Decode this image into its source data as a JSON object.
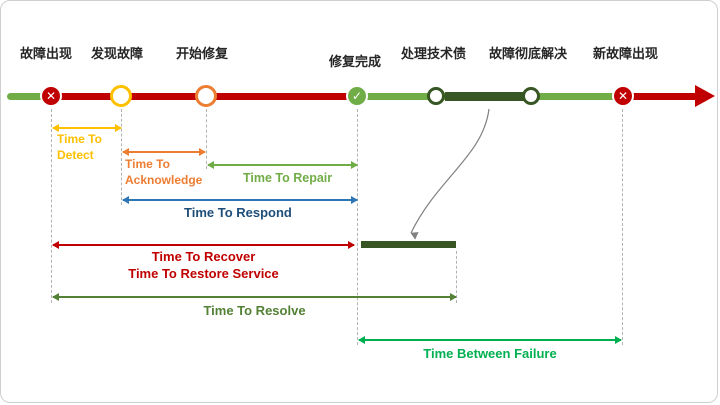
{
  "milestones": {
    "failure_occurs": "故障出现",
    "failure_detected": "发现故障",
    "repair_started": "开始修复",
    "repair_completed": "修复完成",
    "tech_debt_handling": "处理技术债",
    "failure_fully_resolved": "故障彻底解决",
    "new_failure_occurs": "新故障出现"
  },
  "metrics": {
    "time_to_detect": "Time To Detect",
    "time_to_acknowledge": "Time To Acknowledge",
    "time_to_repair": "Time To Repair",
    "time_to_respond": "Time To Respond",
    "time_to_recover": "Time To Recover",
    "time_to_restore_service": "Time To Restore Service",
    "time_to_resolve": "Time To Resolve",
    "time_between_failure": "Time Between Failure"
  },
  "icons": {
    "x": "✕",
    "check": "✓"
  },
  "colors": {
    "timeline_red": "#C00000",
    "timeline_green": "#70AD47",
    "detect_yellow": "#FFC000",
    "acknowledge_orange": "#ED7D31",
    "repair_green": "#70AD47",
    "respond_blue": "#2E75B6",
    "respond_text_blue": "#1F4E79",
    "recover_red": "#C00000",
    "resolve_dark_green": "#538135",
    "tech_debt_dark_green": "#375623",
    "between_failure_green": "#00B050"
  }
}
